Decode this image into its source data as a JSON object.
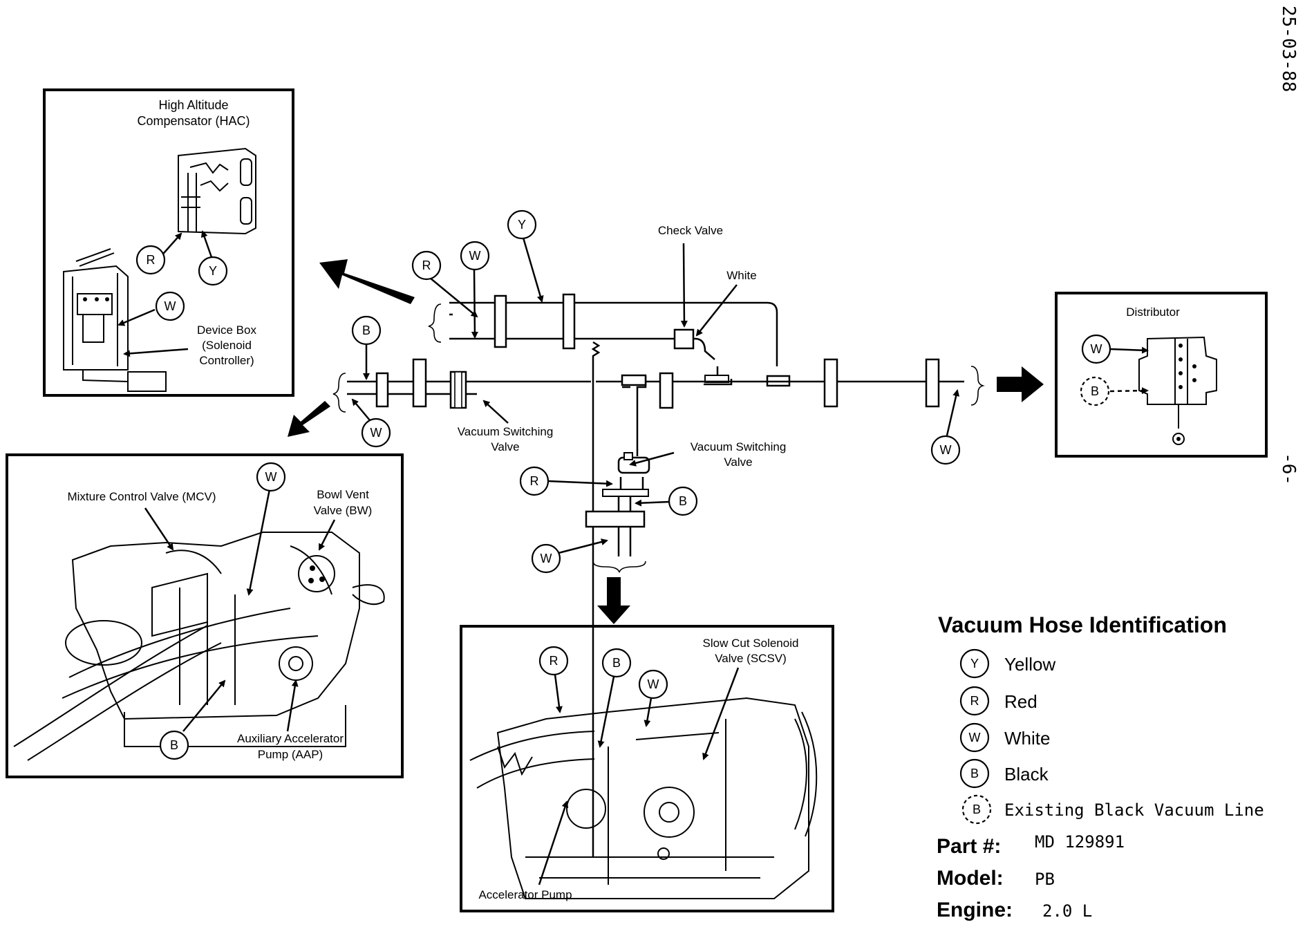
{
  "corner_date": "25-03-88",
  "page_number": "-6-",
  "hose_letters": {
    "yellow": "Y",
    "red": "R",
    "white": "W",
    "black": "B"
  },
  "labels": {
    "hac": "High Altitude Compensator (HAC)",
    "hac_line1": "High Altitude",
    "hac_line2": "Compensator (HAC)",
    "device_box_line1": "Device Box",
    "device_box_line2": "(Solenoid",
    "device_box_line3": "Controller)",
    "check_valve": "Check Valve",
    "white": "White",
    "distributor": "Distributor",
    "vsv_left_line1": "Vacuum Switching",
    "vsv_left_line2": "Valve",
    "vsv_center_line1": "Vacuum Switching",
    "vsv_center_line2": "Valve",
    "mcv": "Mixture Control Valve (MCV)",
    "bowl_vent_line1": "Bowl Vent",
    "bowl_vent_line2": "Valve (BW)",
    "aap_line1": "Auxiliary Accelerator",
    "aap_line2": "Pump (AAP)",
    "scsv_line1": "Slow Cut Solenoid",
    "scsv_line2": "Valve (SCSV)",
    "accelerator_pump": "Accelerator Pump"
  },
  "legend": {
    "title": "Vacuum Hose Identification",
    "items": [
      {
        "letter": "Y",
        "name": "Yellow"
      },
      {
        "letter": "R",
        "name": "Red"
      },
      {
        "letter": "W",
        "name": "White"
      },
      {
        "letter": "B",
        "name": "Black"
      },
      {
        "letter": "B",
        "name": "Existing Black Vacuum Line"
      }
    ]
  },
  "info": {
    "part_label": "Part #:",
    "part_value": "MD 129891",
    "model_label": "Model:",
    "model_value": "PB",
    "engine_label": "Engine:",
    "engine_value": "2.0 L"
  }
}
